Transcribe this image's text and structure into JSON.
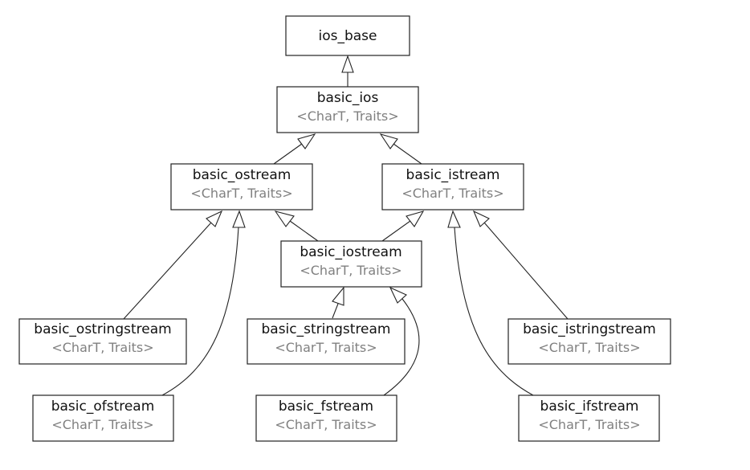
{
  "diagram": {
    "template_args": "<CharT, Traits>",
    "classes": {
      "ios_base": {
        "name": "ios_base"
      },
      "basic_ios": {
        "name": "basic_ios"
      },
      "basic_ostream": {
        "name": "basic_ostream"
      },
      "basic_istream": {
        "name": "basic_istream"
      },
      "basic_iostream": {
        "name": "basic_iostream"
      },
      "basic_ostringstream": {
        "name": "basic_ostringstream"
      },
      "basic_stringstream": {
        "name": "basic_stringstream"
      },
      "basic_istringstream": {
        "name": "basic_istringstream"
      },
      "basic_ofstream": {
        "name": "basic_ofstream"
      },
      "basic_fstream": {
        "name": "basic_fstream"
      },
      "basic_ifstream": {
        "name": "basic_ifstream"
      }
    },
    "inheritance": [
      {
        "child": "basic_ios",
        "parent": "ios_base"
      },
      {
        "child": "basic_ostream",
        "parent": "basic_ios"
      },
      {
        "child": "basic_istream",
        "parent": "basic_ios"
      },
      {
        "child": "basic_iostream",
        "parent": "basic_ostream"
      },
      {
        "child": "basic_iostream",
        "parent": "basic_istream"
      },
      {
        "child": "basic_ostringstream",
        "parent": "basic_ostream"
      },
      {
        "child": "basic_ofstream",
        "parent": "basic_ostream"
      },
      {
        "child": "basic_stringstream",
        "parent": "basic_iostream"
      },
      {
        "child": "basic_fstream",
        "parent": "basic_iostream"
      },
      {
        "child": "basic_istringstream",
        "parent": "basic_istream"
      },
      {
        "child": "basic_ifstream",
        "parent": "basic_istream"
      }
    ]
  }
}
